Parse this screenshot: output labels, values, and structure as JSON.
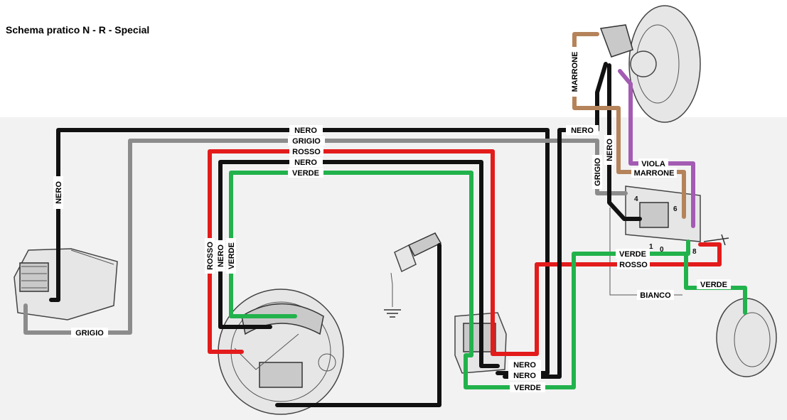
{
  "title": "Schema pratico N - R - Special",
  "colors": {
    "nero": "#111111",
    "grigio": "#8c8c8c",
    "rosso": "#e31b1b",
    "verde": "#22b24c",
    "marrone": "#b5835a",
    "viola": "#a35bb3"
  },
  "wire_labels": {
    "nero": "NERO",
    "grigio": "GRIGIO",
    "rosso": "ROSSO",
    "verde": "VERDE",
    "marrone": "MARRONE",
    "viola": "VIOLA",
    "bianco": "BIANCO"
  },
  "terminal_numbers": [
    "1",
    "0",
    "4",
    "6",
    "8"
  ],
  "components": [
    "tail-light",
    "flywheel-magneto",
    "spark-plug",
    "ignition-coil",
    "headlight",
    "light-switch",
    "horn"
  ]
}
